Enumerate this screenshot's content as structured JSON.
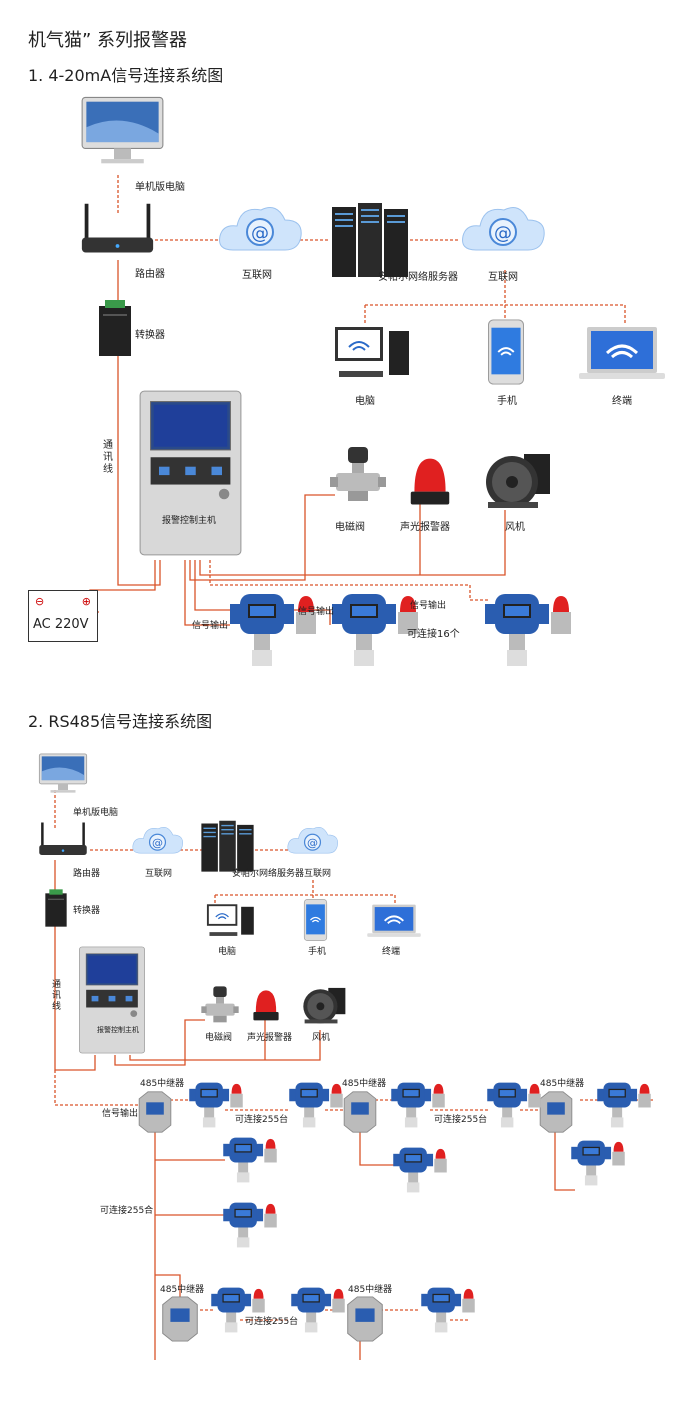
{
  "title": "机气猫” 系列报警器",
  "section1": {
    "heading": "1. 4-20mA信号连接系统图",
    "pc": "单机版电脑",
    "router": "路由器",
    "internet_left": "互联网",
    "server": "安帕尔网络服务器",
    "internet_right": "互联网",
    "computer": "电脑",
    "phone": "手机",
    "terminal": "终端",
    "converter": "转换器",
    "comm_line": "通讯线",
    "controller_label": "报警控制主机",
    "valve": "电磁阀",
    "alarm": "声光报警器",
    "fan": "风机",
    "power": "AC 220V",
    "signal_out_1": "信号输出",
    "signal_out_2": "信号输出",
    "signal_out_3": "信号输出",
    "connect_16": "可连接16个"
  },
  "section2": {
    "heading": "2. RS485信号连接系统图",
    "pc": "单机版电脑",
    "router": "路由器",
    "internet_left": "互联网",
    "server": "安帕尔网络服务器",
    "internet_right": "互联网",
    "computer": "电脑",
    "phone": "手机",
    "terminal": "终端",
    "converter": "转换器",
    "comm_line": "通讯线",
    "controller_label": "报警控制主机",
    "valve": "电磁阀",
    "alarm": "声光报警器",
    "fan": "风机",
    "repeater_1": "485中继器",
    "repeater_2": "485中继器",
    "repeater_3": "485中继器",
    "repeater_4": "485中继器",
    "repeater_5": "485中继器",
    "signal_out": "信号输出",
    "connect_255_a": "可连接255台",
    "connect_255_b": "可连接255台",
    "connect_255_c": "可连接255合",
    "connect_255_d": "可连接255台"
  },
  "colors": {
    "wire": "#d9542a",
    "blue": "#2a5db0",
    "screen": "#1b4fa0"
  }
}
